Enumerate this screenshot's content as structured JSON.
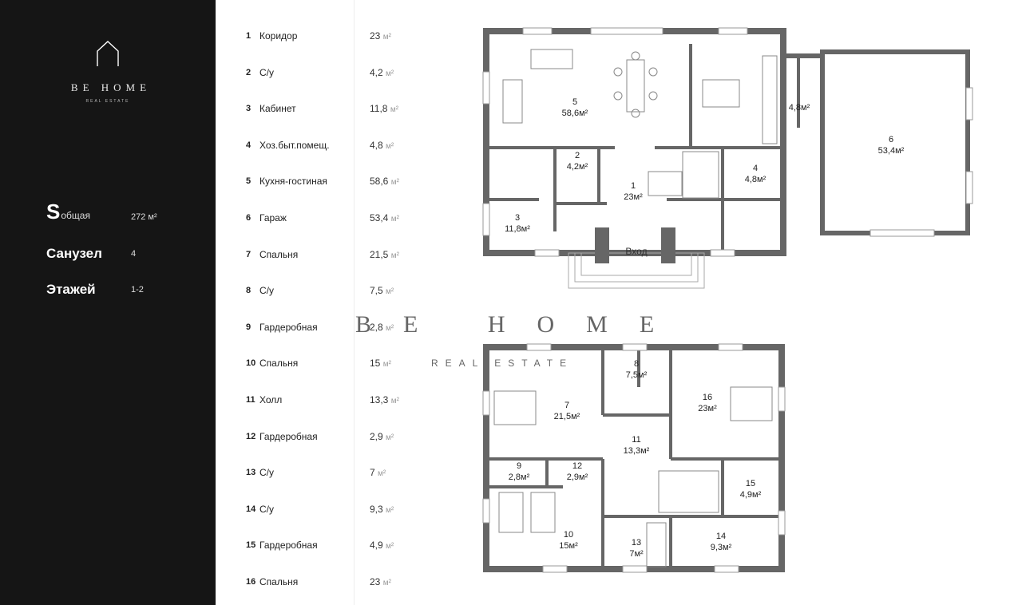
{
  "brand": {
    "name": "BE HOME",
    "sub": "REAL ESTATE"
  },
  "stats": {
    "area_label_s": "S",
    "area_label_sub": "общая",
    "area_value": "272 м²",
    "bath_label": "Санузел",
    "bath_value": "4",
    "floors_label": "Этажей",
    "floors_value": "1-2"
  },
  "rooms": [
    {
      "num": "1",
      "name": "Коридор",
      "area": "23"
    },
    {
      "num": "2",
      "name": "С/у",
      "area": "4,2"
    },
    {
      "num": "3",
      "name": "Кабинет",
      "area": "11,8"
    },
    {
      "num": "4",
      "name": "Хоз.быт.помещ.",
      "area": "4,8"
    },
    {
      "num": "5",
      "name": "Кухня-гостиная",
      "area": "58,6"
    },
    {
      "num": "6",
      "name": "Гараж",
      "area": "53,4"
    },
    {
      "num": "7",
      "name": "Спальня",
      "area": "21,5"
    },
    {
      "num": "8",
      "name": "С/у",
      "area": "7,5"
    },
    {
      "num": "9",
      "name": "Гардеробная",
      "area": "2,8"
    },
    {
      "num": "10",
      "name": "Спальня",
      "area": "15"
    },
    {
      "num": "11",
      "name": "Холл",
      "area": "13,3"
    },
    {
      "num": "12",
      "name": "Гардеробная",
      "area": "2,9"
    },
    {
      "num": "13",
      "name": "С/у",
      "area": "7"
    },
    {
      "num": "14",
      "name": "С/у",
      "area": "9,3"
    },
    {
      "num": "15",
      "name": "Гардеробная",
      "area": "4,9"
    },
    {
      "num": "16",
      "name": "Спальня",
      "area": "23"
    }
  ],
  "unit": "м²",
  "floor1": {
    "entrance": "Вход",
    "labels": [
      {
        "num": "5",
        "area": "58,6м²"
      },
      {
        "num": "6",
        "area": "53,4м²"
      },
      {
        "num": "",
        "area": "4,8м²"
      },
      {
        "num": "2",
        "area": "4,2м²"
      },
      {
        "num": "1",
        "area": "23м²"
      },
      {
        "num": "4",
        "area": "4,8м²"
      },
      {
        "num": "3",
        "area": "11,8м²"
      }
    ]
  },
  "floor2": {
    "labels": [
      {
        "num": "8",
        "area": "7,5м²"
      },
      {
        "num": "7",
        "area": "21,5м²"
      },
      {
        "num": "16",
        "area": "23м²"
      },
      {
        "num": "11",
        "area": "13,3м²"
      },
      {
        "num": "9",
        "area": "2,8м²"
      },
      {
        "num": "12",
        "area": "2,9м²"
      },
      {
        "num": "15",
        "area": "4,9м²"
      },
      {
        "num": "10",
        "area": "15м²"
      },
      {
        "num": "13",
        "area": "7м²"
      },
      {
        "num": "14",
        "area": "9,3м²"
      }
    ]
  }
}
